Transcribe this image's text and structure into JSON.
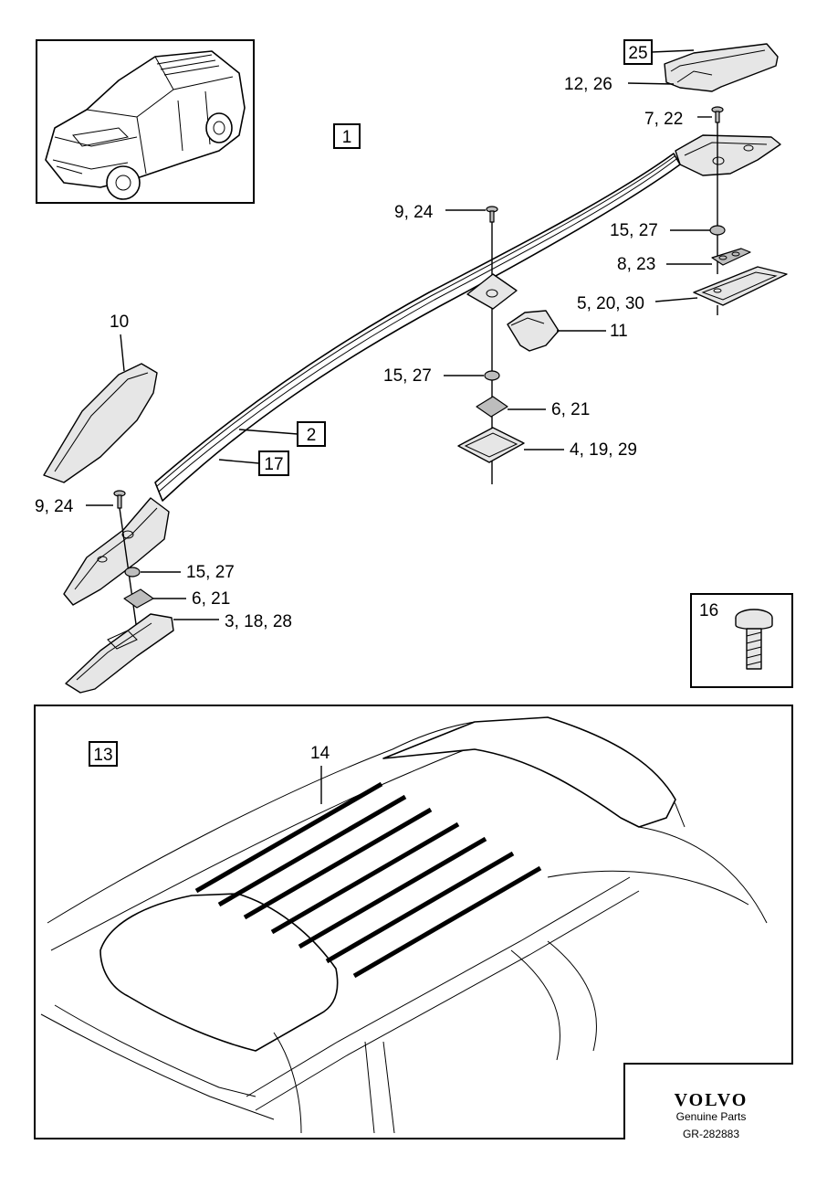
{
  "boxed_labels": {
    "b1": "1",
    "b2": "2",
    "b13": "13",
    "b17": "17",
    "b25": "25"
  },
  "callouts": {
    "c12_26": "12, 26",
    "c7_22": "7, 22",
    "c9_24_top": "9, 24",
    "c15_27_right": "15, 27",
    "c8_23": "8, 23",
    "c5_20_30": "5, 20, 30",
    "c10": "10",
    "c11": "11",
    "c15_27_mid": "15, 27",
    "c6_21_mid": "6, 21",
    "c4_19_29": "4, 19, 29",
    "c9_24_left": "9, 24",
    "c15_27_left": "15, 27",
    "c6_21_left": "6, 21",
    "c3_18_28": "3, 18, 28",
    "c16": "16",
    "c14": "14"
  },
  "footer": {
    "brand": "VOLVO",
    "tagline": "Genuine Parts",
    "ref": "GR-282883"
  }
}
